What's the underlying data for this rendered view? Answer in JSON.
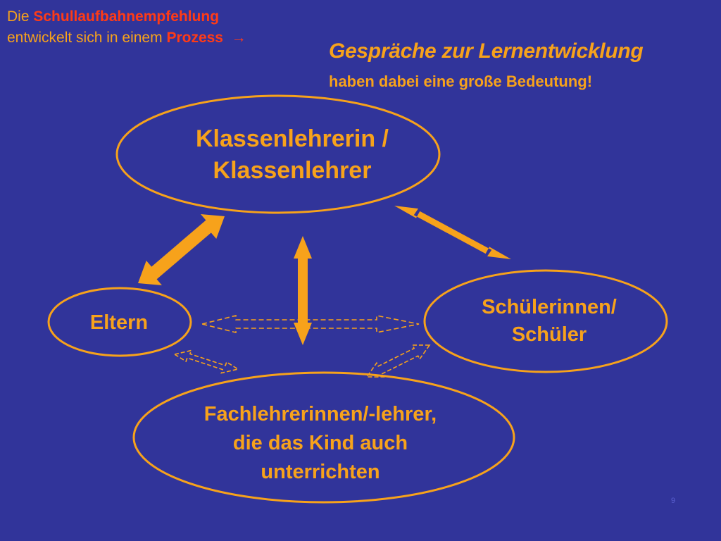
{
  "intro": {
    "line1_prefix": "Die ",
    "line1_highlight": "Schullaufbahnempfehlung",
    "line2_prefix": "entwickelt sich in einem ",
    "line2_highlight": "Prozess",
    "arrow": "→"
  },
  "heading": "Gespräche zur  Lernentwicklung",
  "subheading": "haben dabei eine große Bedeutung!",
  "nodes": {
    "klassenlehrer": "Klassenlehrerin /\nKlassenlehrer",
    "eltern": "Eltern",
    "schueler": "Schülerinnen/\nSchüler",
    "fachlehrer": "Fachlehrerinnen/-lehrer,\ndie das Kind auch\nunterrichten"
  },
  "page_number": "9",
  "colors": {
    "background": "#31349a",
    "accent": "#f7a21b",
    "highlight": "#ff3b16"
  }
}
